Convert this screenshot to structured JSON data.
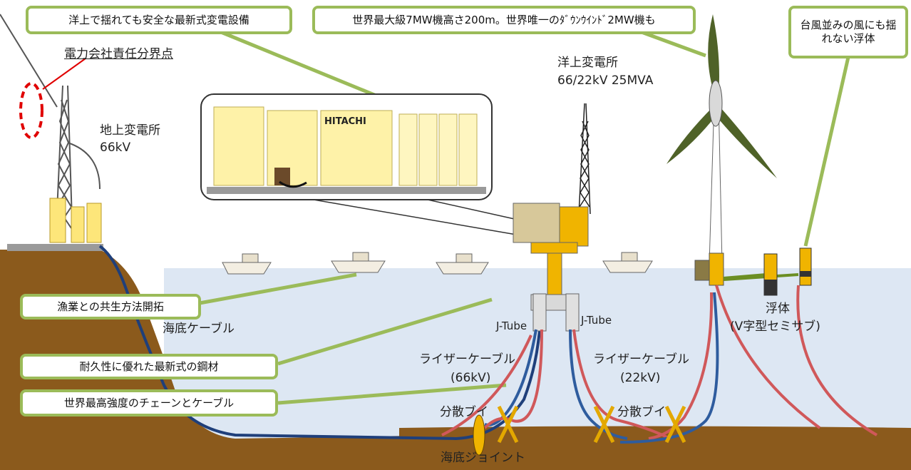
{
  "callouts": {
    "substation_equipment": "洋上で揺れても安全な最新式変電設備",
    "turbine": "世界最大級7MW機高さ200m。世界唯一のﾀﾞｳﾝｳｲﾝﾄﾞ2MW機も",
    "floater": "台風並みの風にも揺れない浮体",
    "fishery": "漁業との共生方法開拓",
    "steel": "耐久性に優れた最新式の鋼材",
    "chain": "世界最高強度のチェーンとケーブル"
  },
  "labels": {
    "boundary_point": "電力会社責任分界点",
    "land_substation_name": "地上変電所",
    "land_substation_voltage": "66kV",
    "offshore_substation_name": "洋上変電所",
    "offshore_substation_rating": "66/22kV 25MVA",
    "hitachi": "HITACHI",
    "subsea_cable": "海底ケーブル",
    "jtube_left": "J-Tube",
    "jtube_right": "J-Tube",
    "floater_name": "浮体",
    "floater_type": "(V字型セミサブ)",
    "riser_cable_a": "ライザーケーブル",
    "riser_voltage_a": "(66kV)",
    "riser_cable_b": "ライザーケーブル",
    "riser_voltage_b": "(22kV)",
    "buoy_a": "分散ブイ",
    "buoy_b": "分散ブイ",
    "subsea_joint": "海底ジョイント"
  },
  "colors": {
    "callout_border": "#9bbb59",
    "sea": "#d9e4f1",
    "seabed": "#8b5a1c",
    "cable_blue": "#2e5c9e",
    "cable_red": "#d0585a",
    "structure_yellow": "#f0b400",
    "blade_green": "#4f6228",
    "boundary_marker": "#e00000"
  },
  "icons": [
    "transmission-tower",
    "boat",
    "wind-turbine",
    "buoy",
    "floater"
  ]
}
